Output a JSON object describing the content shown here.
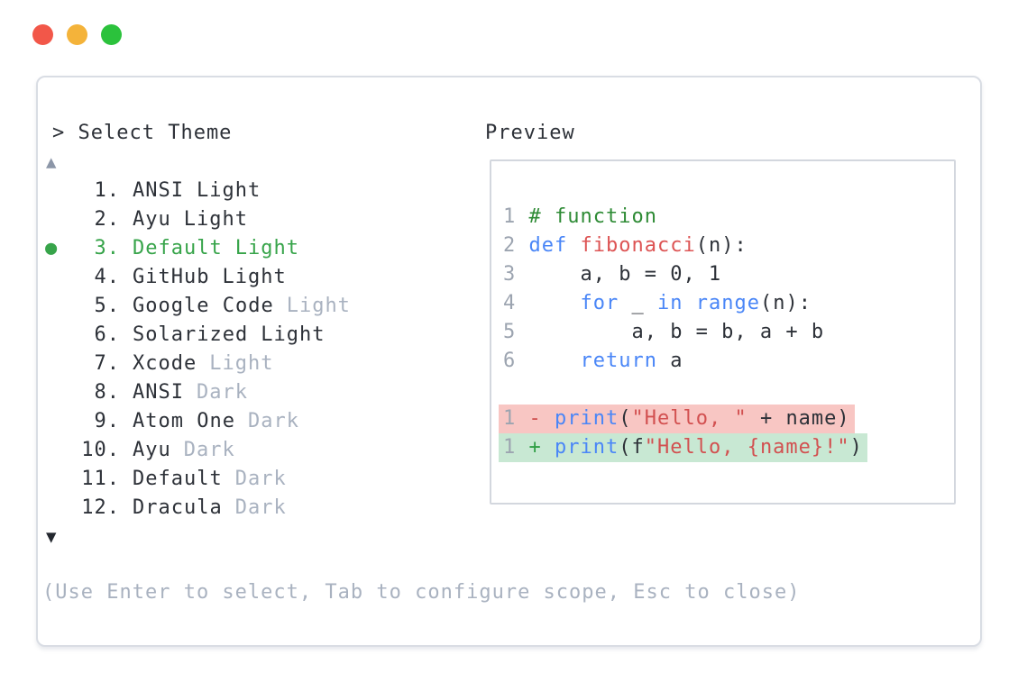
{
  "window": {
    "buttons": [
      {
        "name": "close",
        "color": "#f25749"
      },
      {
        "name": "minimize",
        "color": "#f4b33a"
      },
      {
        "name": "maximize",
        "color": "#2bc23c"
      }
    ]
  },
  "selector": {
    "prompt": "> Select Theme",
    "scroll_up_indicator": "▲",
    "scroll_down_indicator": "▼",
    "selected_marker": "●",
    "items": [
      {
        "number": "1",
        "name": "ANSI",
        "variant": "Light",
        "variant_muted": false,
        "selected": false
      },
      {
        "number": "2",
        "name": "Ayu",
        "variant": "Light",
        "variant_muted": false,
        "selected": false
      },
      {
        "number": "3",
        "name": "Default",
        "variant": "Light",
        "variant_muted": false,
        "selected": true
      },
      {
        "number": "4",
        "name": "GitHub",
        "variant": "Light",
        "variant_muted": false,
        "selected": false
      },
      {
        "number": "5",
        "name": "Google Code",
        "variant": "Light",
        "variant_muted": true,
        "selected": false
      },
      {
        "number": "6",
        "name": "Solarized",
        "variant": "Light",
        "variant_muted": false,
        "selected": false
      },
      {
        "number": "7",
        "name": "Xcode",
        "variant": "Light",
        "variant_muted": true,
        "selected": false
      },
      {
        "number": "8",
        "name": "ANSI",
        "variant": "Dark",
        "variant_muted": true,
        "selected": false
      },
      {
        "number": "9",
        "name": "Atom One",
        "variant": "Dark",
        "variant_muted": true,
        "selected": false
      },
      {
        "number": "10",
        "name": "Ayu",
        "variant": "Dark",
        "variant_muted": true,
        "selected": false
      },
      {
        "number": "11",
        "name": "Default",
        "variant": "Dark",
        "variant_muted": true,
        "selected": false
      },
      {
        "number": "12",
        "name": "Dracula",
        "variant": "Dark",
        "variant_muted": true,
        "selected": false
      }
    ]
  },
  "preview": {
    "label": "Preview",
    "code_lines": [
      {
        "num": "1",
        "highlight": null,
        "tokens": [
          [
            "comment",
            "# function"
          ]
        ]
      },
      {
        "num": "2",
        "highlight": null,
        "tokens": [
          [
            "keyword",
            "def "
          ],
          [
            "funcname",
            "fibonacci"
          ],
          [
            "plain",
            "(n):"
          ]
        ]
      },
      {
        "num": "3",
        "highlight": null,
        "tokens": [
          [
            "plain",
            "    a, b = 0, 1"
          ]
        ]
      },
      {
        "num": "4",
        "highlight": null,
        "tokens": [
          [
            "plain",
            "    "
          ],
          [
            "keyword",
            "for"
          ],
          [
            "plain",
            " _ "
          ],
          [
            "keyword",
            "in"
          ],
          [
            "plain",
            " "
          ],
          [
            "keyword",
            "range"
          ],
          [
            "plain",
            "(n):"
          ]
        ]
      },
      {
        "num": "5",
        "highlight": null,
        "tokens": [
          [
            "plain",
            "        a, b = b, a + b"
          ]
        ]
      },
      {
        "num": "6",
        "highlight": null,
        "tokens": [
          [
            "plain",
            "    "
          ],
          [
            "keyword",
            "return"
          ],
          [
            "plain",
            " a"
          ]
        ]
      },
      {
        "num": "",
        "highlight": null,
        "tokens": []
      },
      {
        "num": "1",
        "highlight": "removed",
        "tokens": [
          [
            "sign-removed",
            "- "
          ],
          [
            "keyword",
            "print"
          ],
          [
            "plain",
            "("
          ],
          [
            "string",
            "\"Hello, \""
          ],
          [
            "plain",
            " + name)"
          ]
        ]
      },
      {
        "num": "1",
        "highlight": "added",
        "tokens": [
          [
            "sign-added",
            "+ "
          ],
          [
            "keyword",
            "print"
          ],
          [
            "plain",
            "(f"
          ],
          [
            "string",
            "\"Hello, {name}!\""
          ],
          [
            "plain",
            ")"
          ]
        ]
      }
    ]
  },
  "footer": {
    "hint": "(Use Enter to select, Tab to configure scope, Esc to close)"
  },
  "colors": {
    "selected_green": "#37a44a",
    "text_dark": "#2d3138",
    "text_muted": "#a9b2c0",
    "line_number_gray": "#9ca4b0",
    "keyword_blue": "#4a86f7",
    "function_red": "#dd5454",
    "string_red": "#d25050",
    "comment_green": "#2e8b35",
    "removed_line_bg": "#f8c6c3",
    "added_line_bg": "#c8e8d3",
    "scroll_up_gray": "#8c96a8",
    "border_gray": "#d9dde4"
  }
}
